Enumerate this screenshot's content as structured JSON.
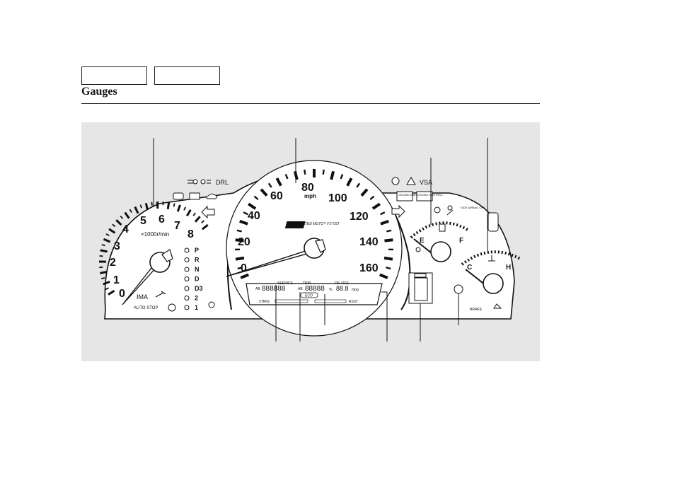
{
  "page": {
    "title": "Gauges"
  },
  "tabs": [
    {
      "label": ""
    },
    {
      "label": ""
    }
  ],
  "cluster": {
    "tachometer": {
      "ticks": [
        "0",
        "1",
        "2",
        "3",
        "4",
        "5",
        "6",
        "7",
        "8"
      ],
      "unit": "×1000r/min",
      "ima_label": "IMA",
      "auto_stop_label": "AUTO STOP"
    },
    "gear_indicator": [
      "P",
      "R",
      "N",
      "D",
      "D3",
      "2",
      "1"
    ],
    "speedometer": {
      "ticks": [
        "0",
        "20",
        "40",
        "60",
        "80",
        "100",
        "120",
        "140",
        "160"
      ],
      "unit": "mph",
      "logo_small": "INTEGRATED MOTOR ASSIST",
      "logo": "IMA"
    },
    "info_display": {
      "service_label": "SERVICE",
      "service_sub": "AB",
      "service_value": "888888",
      "trip_label": "TRIP",
      "trip_sub": "AB",
      "trip_value": "88888",
      "oil_label": "OIL LIFE",
      "oil_unit": "%",
      "mpg_value": "88.8",
      "mpg_unit": "mpg",
      "eco_label": "ECO",
      "chrg_label": "CHRG",
      "asst_label": "ASST"
    },
    "indicators": {
      "drl": "DRL",
      "vsa": "VSA",
      "cruise_main": "CRUISE MAIN",
      "cruise_control": "CRUISE CONTROL",
      "side_airbag_off": "SIDE AIRBAG OFF",
      "brake": "BRAKE"
    },
    "fuel_gauge": {
      "empty": "E",
      "full": "F"
    },
    "temp_gauge": {
      "cold": "C",
      "hot": "H"
    }
  }
}
